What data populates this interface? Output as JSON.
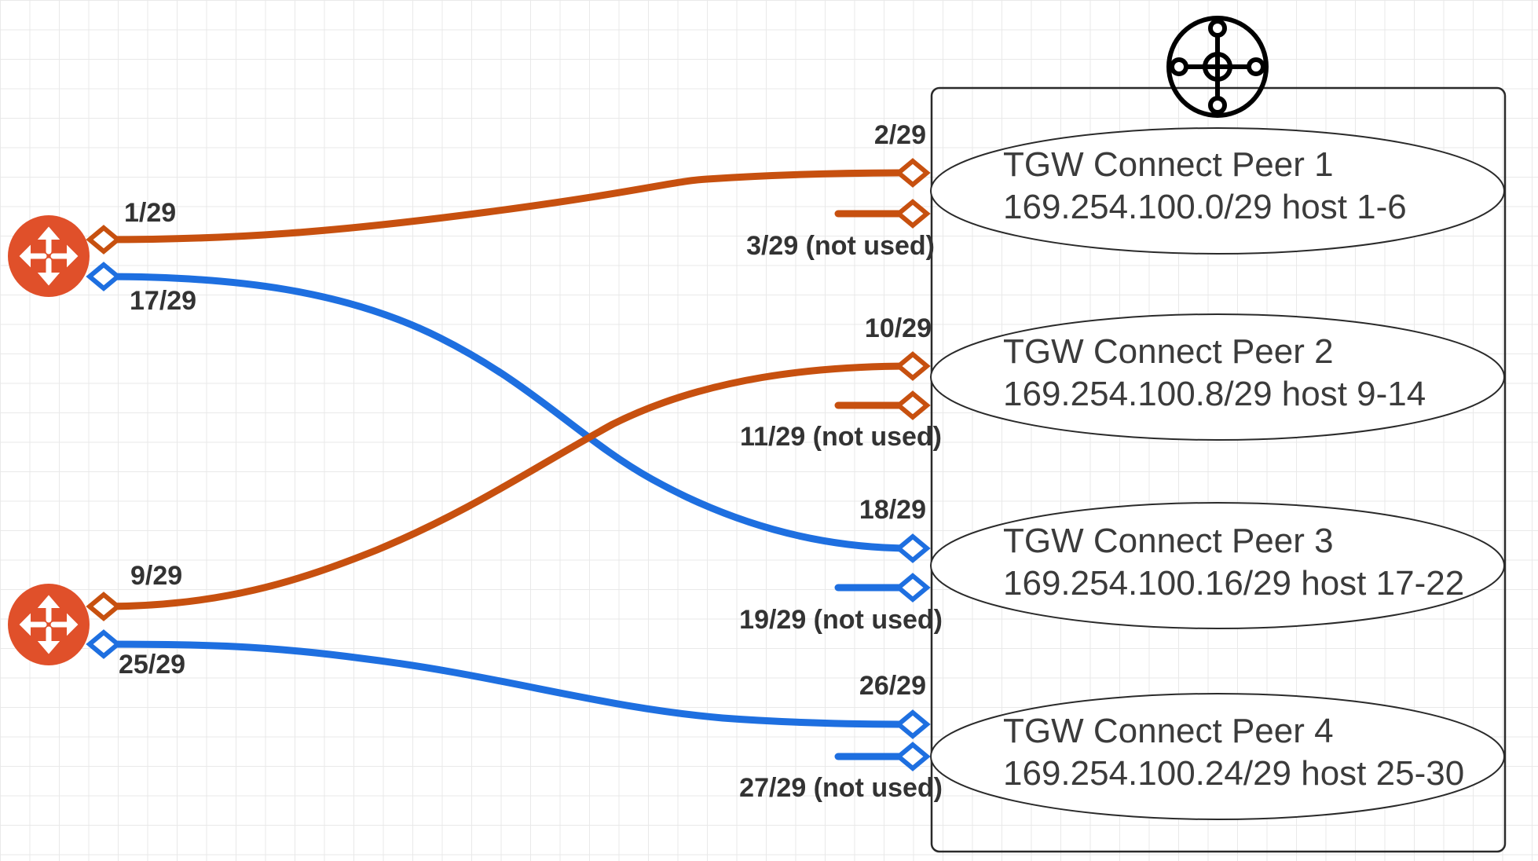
{
  "colors": {
    "orange": "#C7500F",
    "blue": "#1E6FE0",
    "router_fill": "#E0502A",
    "outline": "#2a2a2a",
    "text": "#333333"
  },
  "icons": {
    "router_1": "router-icon",
    "router_2": "router-icon",
    "transit_gateway": "transit-gateway-icon"
  },
  "peers": [
    {
      "name": "TGW Connect Peer 1",
      "subnet": "169.254.100.0/29 host 1-6"
    },
    {
      "name": "TGW Connect Peer 2",
      "subnet": "169.254.100.8/29 host 9-14"
    },
    {
      "name": "TGW Connect Peer 3",
      "subnet": "169.254.100.16/29 host 17-22"
    },
    {
      "name": "TGW Connect Peer 4",
      "subnet": "169.254.100.24/29 host 25-30"
    }
  ],
  "router_ports": {
    "r1_orange": "1/29",
    "r1_blue": "17/29",
    "r2_orange": "9/29",
    "r2_blue": "25/29"
  },
  "tgw_ports": [
    {
      "used": "2/29",
      "unused": "3/29 (not used)",
      "color": "orange"
    },
    {
      "used": "10/29",
      "unused": "11/29 (not used)",
      "color": "orange"
    },
    {
      "used": "18/29",
      "unused": "19/29 (not used)",
      "color": "blue"
    },
    {
      "used": "26/29",
      "unused": "27/29 (not used)",
      "color": "blue"
    }
  ]
}
